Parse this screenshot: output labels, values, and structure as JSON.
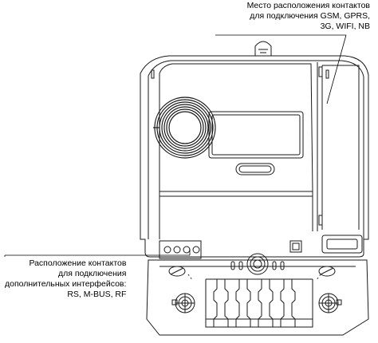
{
  "annotations": {
    "top": {
      "lines": [
        "Место расположения контактов",
        "для подключения  GSM, GPRS,",
        "3G, WIFI, NB"
      ]
    },
    "bottom": {
      "lines": [
        "Расположение контактов",
        "для подключения",
        "дополнительных интерфейсов:",
        "RS, M-BUS, RF"
      ]
    }
  },
  "colors": {
    "stroke": "#1a1a1a",
    "background": "#ffffff",
    "annotation_line": "#000000"
  }
}
